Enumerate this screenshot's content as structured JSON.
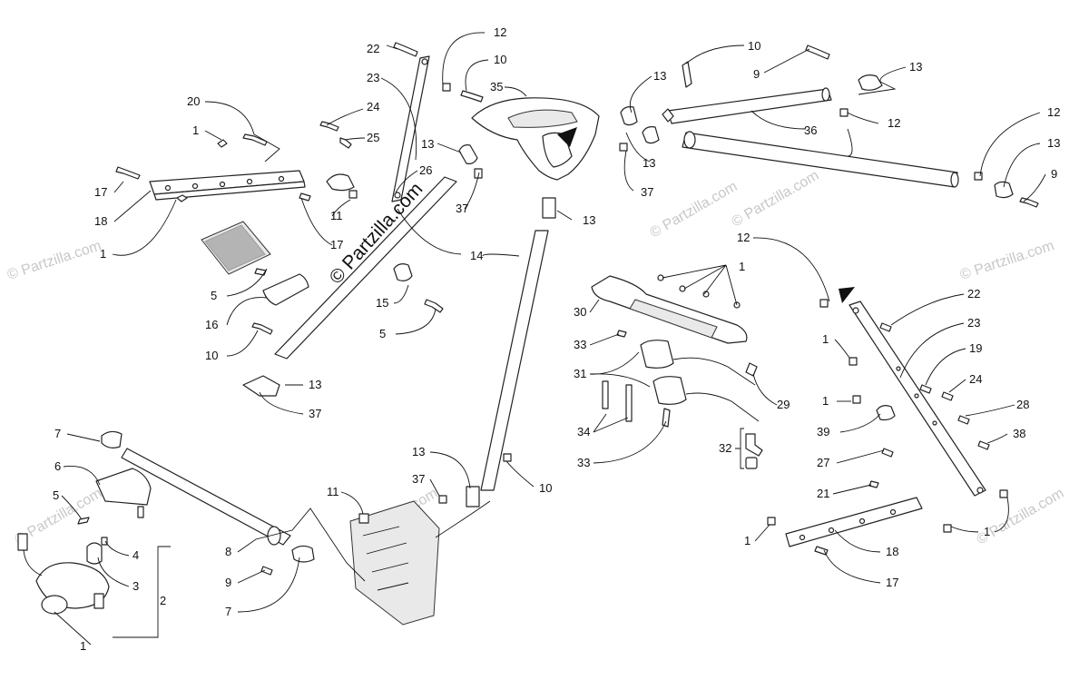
{
  "watermark": {
    "main": "© Partzilla.com",
    "faint": "© Partzilla.com"
  },
  "colors": {
    "line": "#222222",
    "watermark": "#c8c8c8",
    "background": "#ffffff"
  },
  "callouts": {
    "c22_top": "22",
    "c12_top": "12",
    "c10_top": "10",
    "c23_top": "23",
    "c35": "35",
    "c24_top": "24",
    "c25": "25",
    "c20": "20",
    "c1_a": "1",
    "c13_a": "13",
    "c26": "26",
    "c17_a": "17",
    "c18_a": "18",
    "c11_a": "11",
    "c1_b": "1",
    "c17_b": "17",
    "c37_a": "37",
    "c14": "14",
    "c5_a": "5",
    "c16": "16",
    "c15": "15",
    "c5_b": "5",
    "c10_a": "10",
    "c13_b": "13",
    "c37_b": "37",
    "c13_c": "13",
    "c10_b": "10",
    "c9_a": "9",
    "c13_d": "13",
    "c12_a": "12",
    "c36": "36",
    "c13_e": "13",
    "c37_c": "37",
    "c12_b": "12",
    "c13_f": "13",
    "c9_b": "9",
    "c13_g": "13",
    "c12_c": "12",
    "c1_c": "1",
    "c30": "30",
    "c33_a": "33",
    "c31": "31",
    "c29": "29",
    "c34": "34",
    "c33_b": "33",
    "c32": "32",
    "c22_b": "22",
    "c23_b": "23",
    "c1_d": "1",
    "c19": "19",
    "c24_b": "24",
    "c1_e": "1",
    "c28": "28",
    "c39": "39",
    "c38": "38",
    "c27": "27",
    "c21": "21",
    "c1_f": "1",
    "c18_b": "18",
    "c1_g": "1",
    "c17_c": "17",
    "c7_a": "7",
    "c6": "6",
    "c5_c": "5",
    "c4": "4",
    "c3": "3",
    "c2": "2",
    "c1_h": "1",
    "c8": "8",
    "c9_c": "9",
    "c7_b": "7",
    "c11_b": "11",
    "c13_h": "13",
    "c37_d": "37",
    "c10_c": "10"
  }
}
